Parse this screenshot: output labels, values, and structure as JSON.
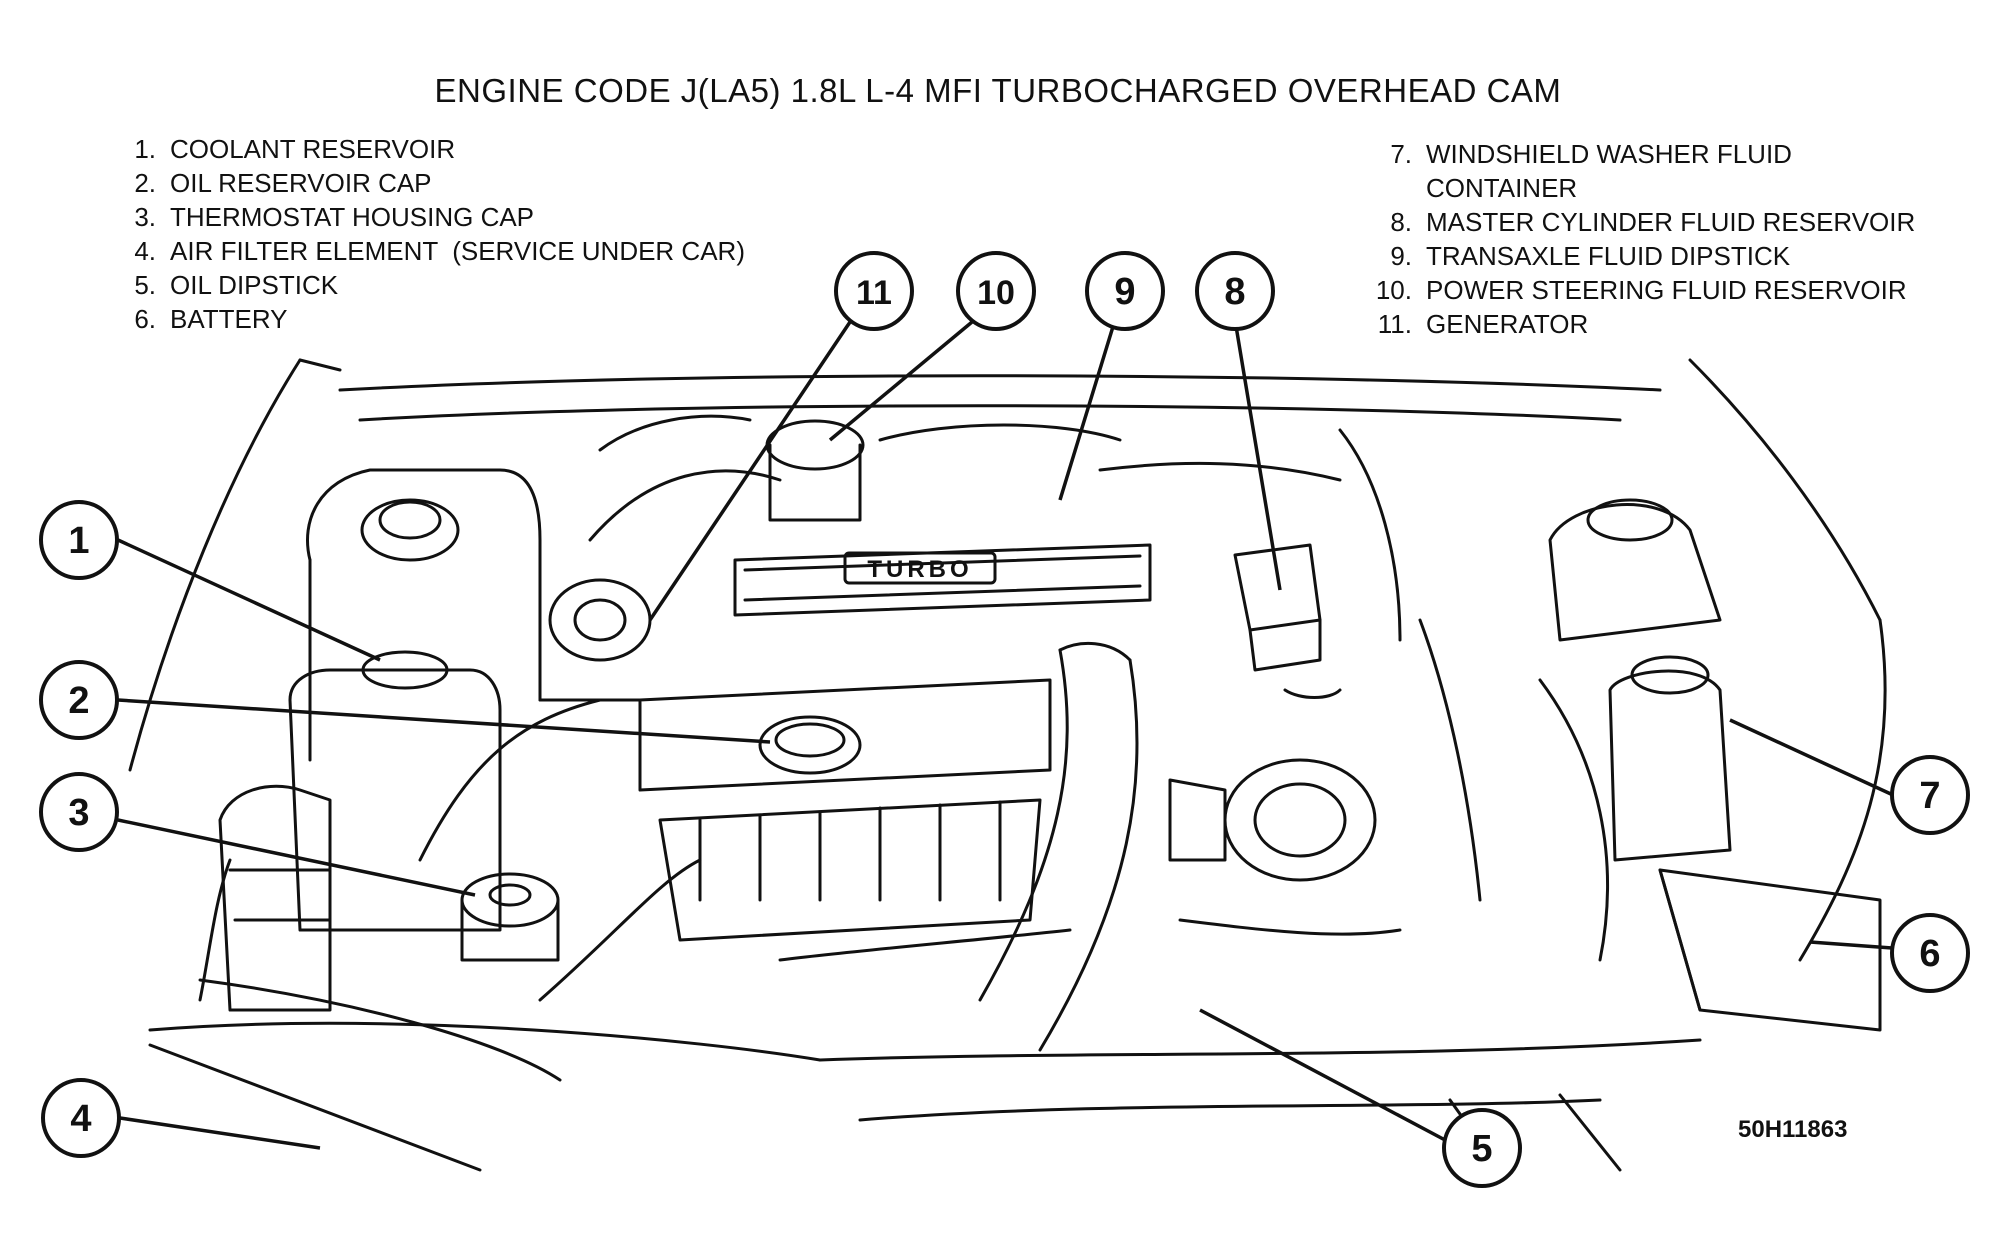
{
  "title": "ENGINE CODE J(LA5) 1.8L L-4 MFI  TURBOCHARGED OVERHEAD CAM",
  "legend_left": [
    {
      "num": "1.",
      "text": "COOLANT RESERVOIR"
    },
    {
      "num": "2.",
      "text": "OIL RESERVOIR CAP"
    },
    {
      "num": "3.",
      "text": "THERMOSTAT HOUSING CAP"
    },
    {
      "num": "4.",
      "text": "AIR FILTER ELEMENT  (SERVICE UNDER CAR)"
    },
    {
      "num": "5.",
      "text": "OIL DIPSTICK"
    },
    {
      "num": "6.",
      "text": "BATTERY"
    }
  ],
  "legend_right": [
    {
      "num": "7.",
      "text": "WINDSHIELD WASHER FLUID"
    },
    {
      "num": "",
      "text": "CONTAINER"
    },
    {
      "num": "8.",
      "text": "MASTER CYLINDER FLUID RESERVOIR"
    },
    {
      "num": "9.",
      "text": "TRANSAXLE FLUID DIPSTICK"
    },
    {
      "num": "10.",
      "text": "POWER STEERING FLUID RESERVOIR"
    },
    {
      "num": "11.",
      "text": "GENERATOR"
    }
  ],
  "callouts": [
    "1",
    "2",
    "3",
    "4",
    "5",
    "6",
    "7",
    "8",
    "9",
    "10",
    "11"
  ],
  "engine_label": "TURBO",
  "figure_code": "50H11863"
}
